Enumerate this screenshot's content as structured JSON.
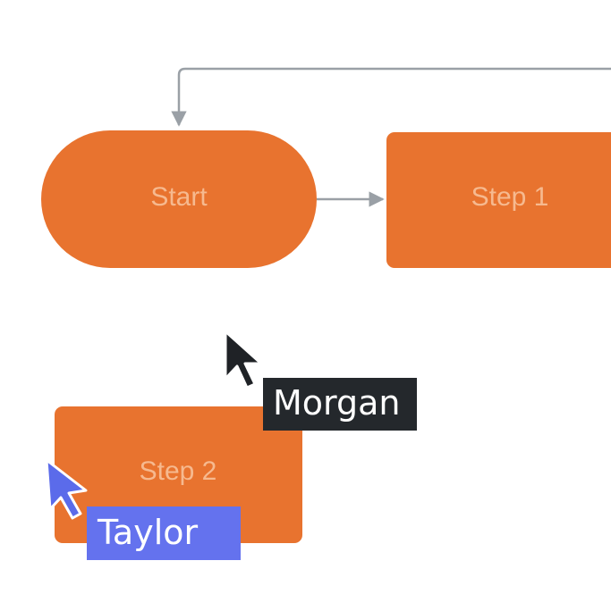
{
  "diagram": {
    "nodes": {
      "start": {
        "label": "Start",
        "shape": "terminator"
      },
      "step1": {
        "label": "Step 1",
        "shape": "process"
      },
      "step2": {
        "label": "Step 2",
        "shape": "process"
      }
    },
    "colors": {
      "node_fill": "#E8732F",
      "node_text": "#F6B98F",
      "connector": "#9AA0A6",
      "background": "#FFFFFF"
    }
  },
  "collaborators": [
    {
      "name": "Morgan",
      "cursor_color": "#1F2226",
      "tag_bg": "#24282C",
      "tag_text": "#FFFFFF"
    },
    {
      "name": "Taylor",
      "cursor_color": "#5B6BEA",
      "tag_bg": "#6472EE",
      "tag_text": "#FFFFFF"
    }
  ]
}
